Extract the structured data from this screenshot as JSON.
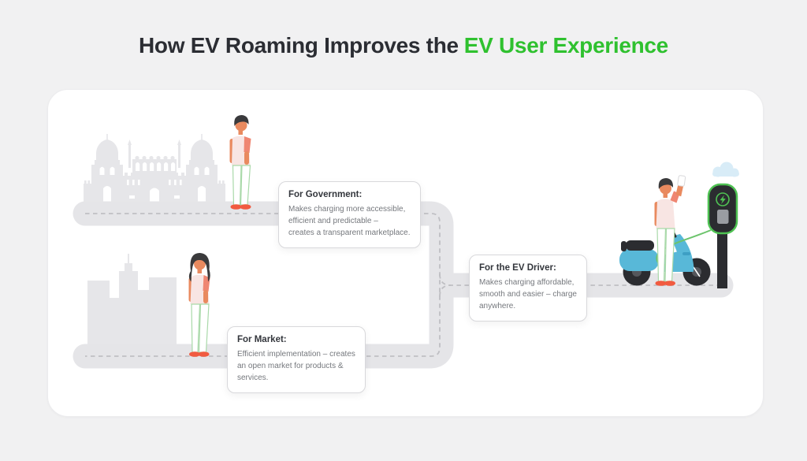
{
  "title": {
    "prefix": "How EV Roaming Improves the",
    "highlight": "EV User Experience"
  },
  "callouts": {
    "government": {
      "heading": "For Government:",
      "body": "Makes charging more accessible,\nefficient and predictable –\ncreates a transparent marketplace."
    },
    "ev_driver": {
      "heading": "For the EV Driver:",
      "body": "Makes charging affordable,\nsmooth and easier – charge\nanywhere."
    },
    "market": {
      "heading": "For Market:",
      "body": "Efficient implementation – creates\nan open market for products &\nservices."
    }
  },
  "illustration": {
    "landmark": "red-fort-silhouette",
    "skyline": "city-skyline-silhouette",
    "figures": [
      "pedestrian-man",
      "pedestrian-woman",
      "ev-driver-with-phone"
    ],
    "vehicle": "electric-scooter",
    "charger": "ev-charging-station",
    "cloud": "cloud"
  },
  "colors": {
    "accent_green": "#2fc12f",
    "title_dark": "#2b2d33",
    "page_bg": "#f1f1f2",
    "card_bg": "#ffffff",
    "road": "#e5e5e8",
    "road_dash": "#bfbfc3",
    "silhouette": "#e6e6e9",
    "scooter_blue": "#58b8d8",
    "charger_green": "#4fc253",
    "cable_green": "#6cc46c",
    "skin": "#e98a5f",
    "shirt_coral": "#ef8672",
    "vest_pink": "#f8e5e3",
    "shoes_orange": "#f15b40",
    "dark": "#2b2c30"
  }
}
